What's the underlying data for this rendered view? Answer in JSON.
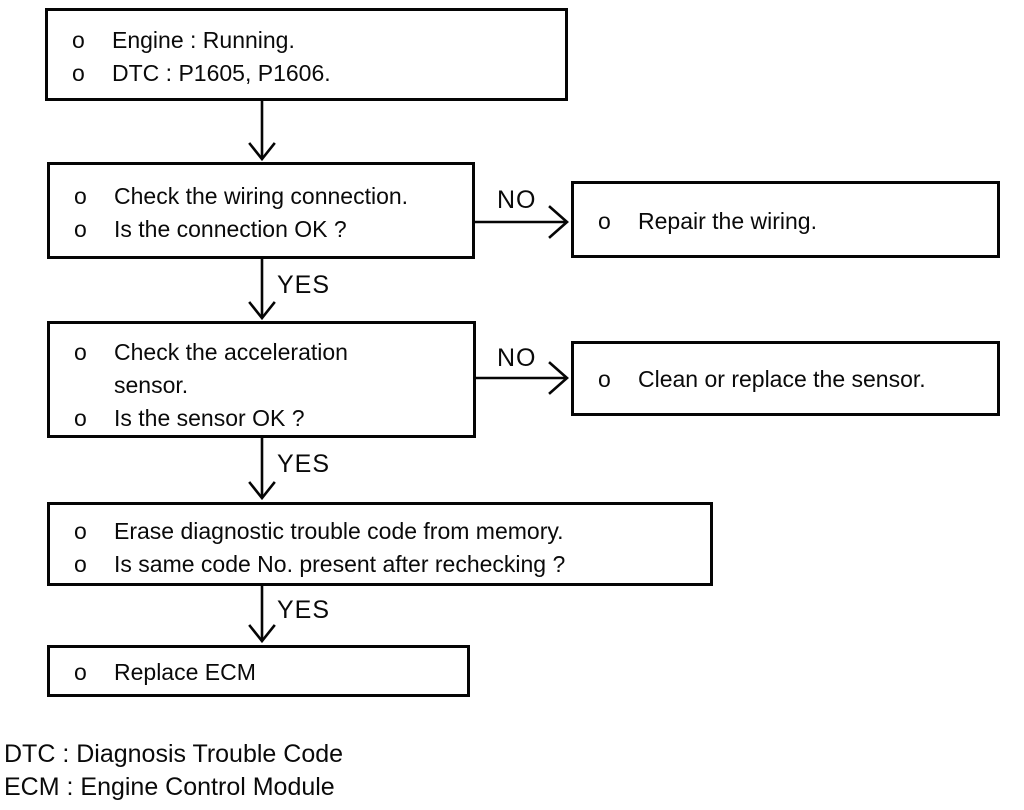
{
  "flow": {
    "boxes": {
      "start": {
        "lines": [
          {
            "bullet": "o",
            "text": "Engine : Running."
          },
          {
            "bullet": "o",
            "text": "DTC : P1605, P1606."
          }
        ]
      },
      "check_wiring": {
        "lines": [
          {
            "bullet": "o",
            "text": "Check the wiring connection."
          },
          {
            "bullet": "o",
            "text": "Is the connection OK ?"
          }
        ]
      },
      "repair_wiring": {
        "lines": [
          {
            "bullet": "o",
            "text": "Repair the wiring."
          }
        ]
      },
      "check_sensor": {
        "lines": [
          {
            "bullet": "o",
            "text": "Check the acceleration"
          },
          {
            "bullet": "",
            "text": "sensor."
          },
          {
            "bullet": "o",
            "text": "Is the sensor OK ?"
          }
        ]
      },
      "clean_sensor": {
        "lines": [
          {
            "bullet": "o",
            "text": "Clean or replace the sensor."
          }
        ]
      },
      "erase_code": {
        "lines": [
          {
            "bullet": "o",
            "text": "Erase diagnostic trouble code from memory."
          },
          {
            "bullet": "o",
            "text": "Is same code No. present after rechecking ?"
          }
        ]
      },
      "replace_ecm": {
        "lines": [
          {
            "bullet": "o",
            "text": "Replace ECM"
          }
        ]
      }
    },
    "labels": {
      "no1": "NO",
      "no2": "NO",
      "yes1": "YES",
      "yes2": "YES",
      "yes3": "YES"
    },
    "legend": [
      "DTC : Diagnosis Trouble Code",
      "ECM : Engine Control Module"
    ],
    "colors": {
      "ink": "#0a0a0a",
      "background": "#ffffff"
    }
  }
}
